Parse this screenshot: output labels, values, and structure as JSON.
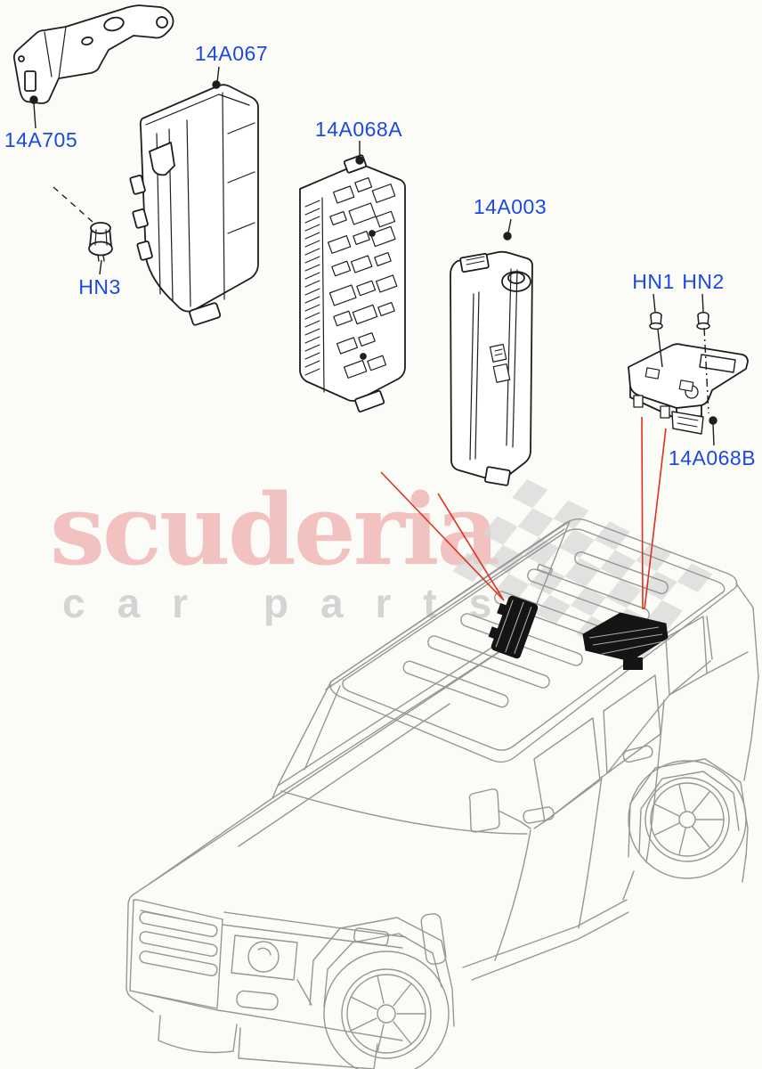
{
  "page": {
    "background": "#fbfbf8"
  },
  "labels": {
    "part_14a705": "14A705",
    "part_14a067": "14A067",
    "nut_hn3": "HN3",
    "part_14a068a": "14A068A",
    "part_14a003": "14A003",
    "nut_hn1": "HN1",
    "nut_hn2": "HN2",
    "part_14a068b": "14A068B"
  },
  "watermark": {
    "brand": "scuderia",
    "tagline": "car parts"
  },
  "colors": {
    "label_blue": "#1C49E0",
    "leader_red": "#E0301E",
    "vehicle_line_gray": "#969696",
    "part_line_black": "#1E1E1E",
    "watermark_pink": "#F2C2C0",
    "watermark_gray": "#D4D4D4",
    "checker_gray": "#D7D7D7"
  }
}
